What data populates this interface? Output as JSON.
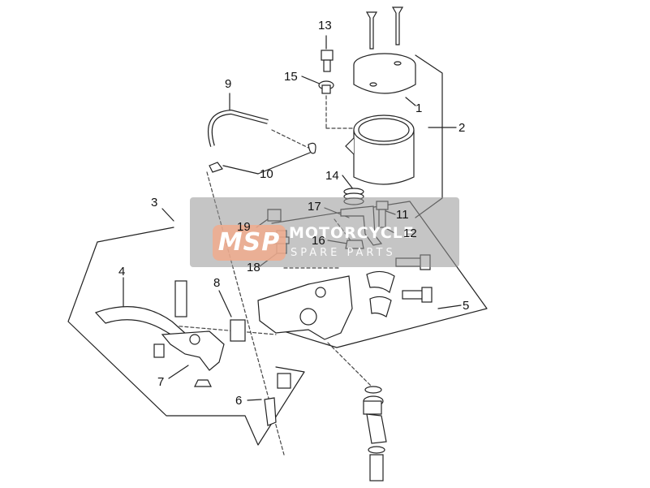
{
  "watermark": {
    "brand": "MSP",
    "title": "MOTORCYCLE",
    "subtitle": "SPARE PARTS"
  },
  "callouts": [
    "1",
    "2",
    "3",
    "4",
    "5",
    "6",
    "7",
    "8",
    "9",
    "10",
    "11",
    "12",
    "13",
    "14",
    "15",
    "16",
    "17",
    "18",
    "19"
  ]
}
